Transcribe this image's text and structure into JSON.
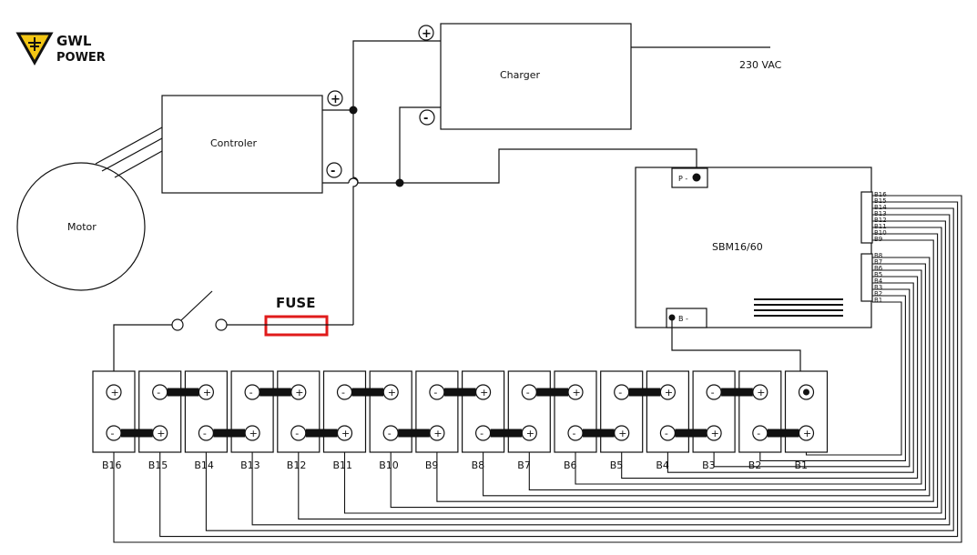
{
  "brand": {
    "line1": "GWL",
    "line2": "POWER",
    "color": "#f3c614"
  },
  "components": {
    "charger": "Charger",
    "controller": "Controler",
    "motor": "Motor",
    "bms": "SBM16/60",
    "fuse": "FUSE",
    "ac_input": "230 VAC",
    "bms_p_terminal": "P -",
    "bms_b_terminal": "B -"
  },
  "symbols": {
    "plus": "+",
    "minus": "-"
  },
  "bms_sense_pins_upper": [
    "B16",
    "B15",
    "B14",
    "B13",
    "B12",
    "B11",
    "B10",
    "B9"
  ],
  "bms_sense_pins_lower": [
    "B8",
    "B7",
    "B6",
    "B5",
    "B4",
    "B3",
    "B2",
    "B1"
  ],
  "batteries": [
    "B16",
    "B15",
    "B14",
    "B13",
    "B12",
    "B11",
    "B10",
    "B9",
    "B8",
    "B7",
    "B6",
    "B5",
    "B4",
    "B3",
    "B2",
    "B1"
  ],
  "fuse_color": "#e01b1b"
}
